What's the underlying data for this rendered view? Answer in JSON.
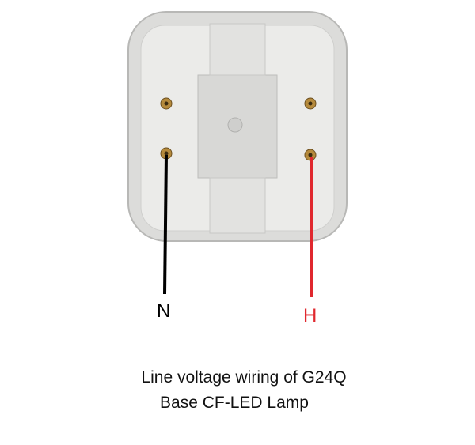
{
  "labels": {
    "neutral": "N",
    "hot": "H"
  },
  "caption": {
    "line1": "Line voltage wiring of G24Q",
    "line2": "Base CF-LED Lamp"
  },
  "colors": {
    "neutral_wire": "#000000",
    "hot_wire": "#e0282e"
  }
}
